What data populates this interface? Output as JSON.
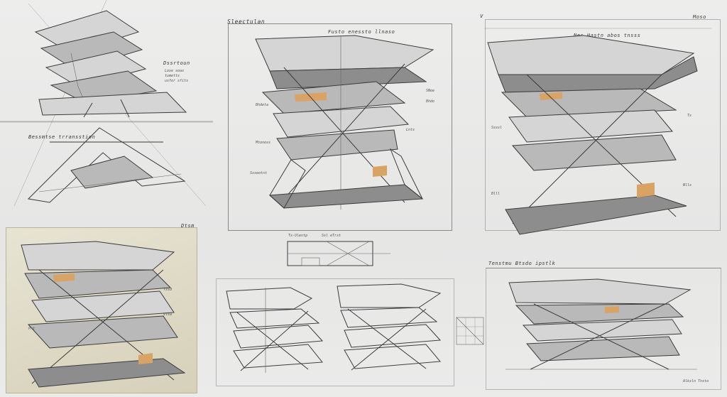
{
  "panels": {
    "top_left": {
      "title": "Dssrtoun",
      "caption": "Bessmtse trransstion",
      "notes": [
        "Lose soas",
        "tumetts",
        "usfor sfits"
      ]
    },
    "top_center": {
      "title": "Sleectulan",
      "subtitle": "Fusto enessto llnaso",
      "notes": [
        "Bhdeta",
        "Mtonoss",
        "Ssseotnt",
        "SNoe",
        "Bhdo",
        "Lnts"
      ]
    },
    "top_right": {
      "title": "Moso",
      "subtitle": "Nes Hastn abos tnsss",
      "marker": "V",
      "notes": [
        "Ssssl",
        "Blll",
        "Ts",
        "Nlls"
      ]
    },
    "bottom_left": {
      "title": "Dtsm",
      "notes": [
        "Tssd",
        "Vtsa",
        "Prt"
      ]
    },
    "bottom_center": {
      "notes": [
        "Ts-Ulentp",
        "Ssl eTrst"
      ]
    },
    "bottom_right": {
      "title": "Tenstmu Btsdo ipstlk",
      "signature": "Alksln Tnsto"
    }
  },
  "colors": {
    "ink": "#3c3c3c",
    "paper": "#e9e9e8",
    "sepia": "#ddd9c4",
    "glow": "#d8a363"
  }
}
